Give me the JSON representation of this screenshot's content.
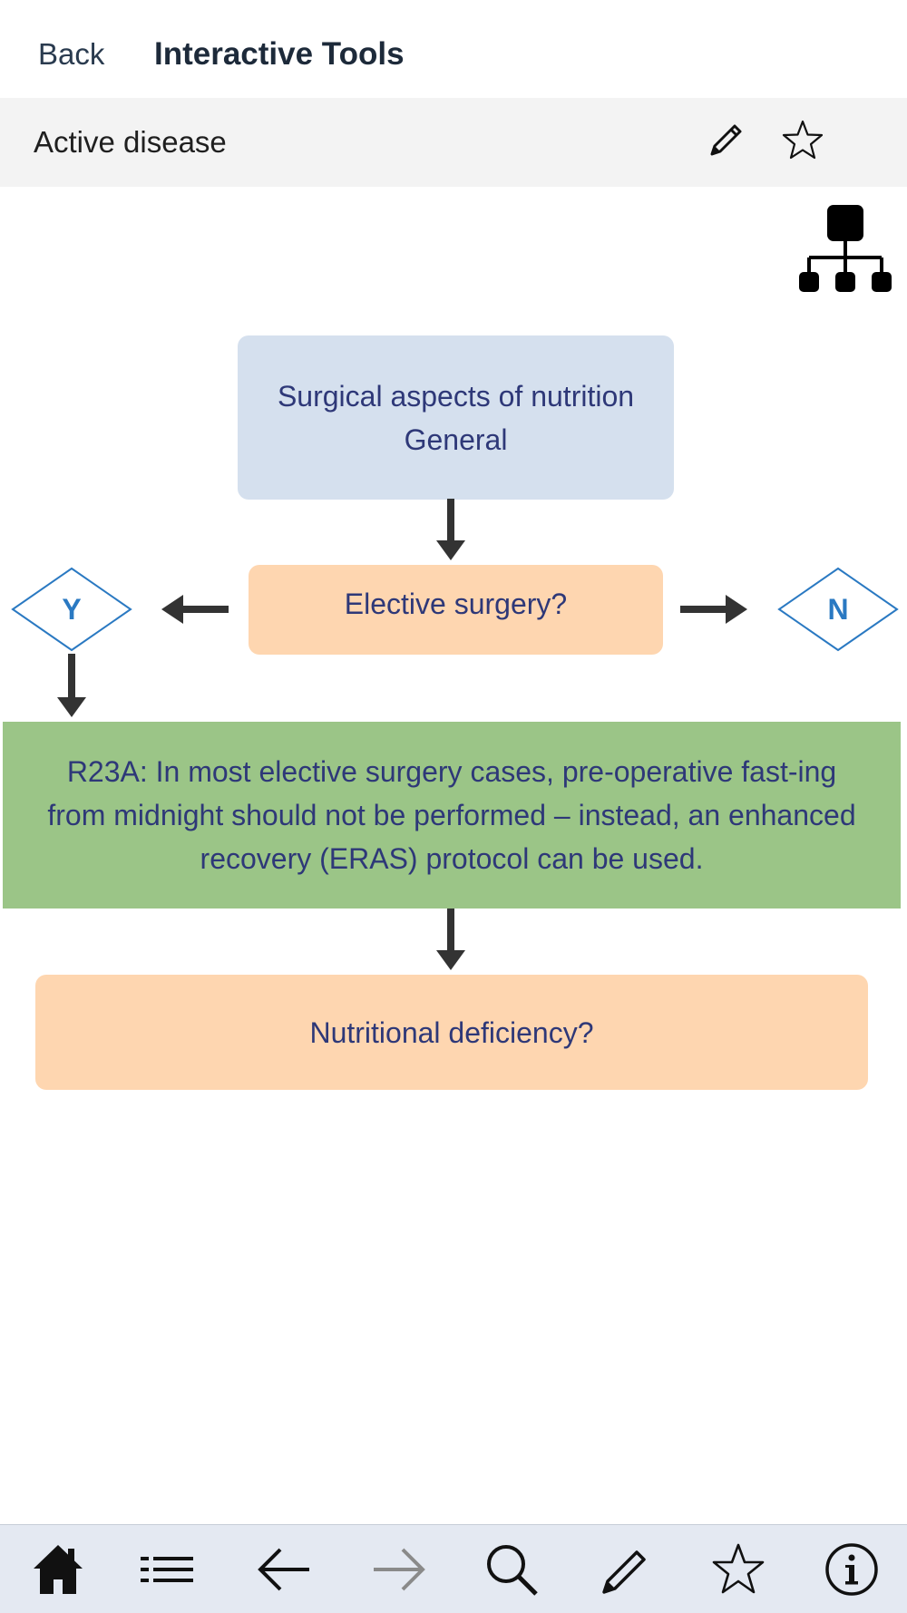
{
  "header": {
    "back_label": "Back",
    "title": "Interactive Tools"
  },
  "subheader": {
    "title": "Active disease",
    "icons": [
      "pencil-icon",
      "star-icon"
    ]
  },
  "flowchart": {
    "start": {
      "line1": "Surgical aspects of nutrition",
      "line2": "General"
    },
    "question1": "Elective surgery?",
    "yes_label": "Y",
    "no_label": "N",
    "recommendation": "R23A: In most elective surgery cases, pre-operative fast-ing from midnight should not be performed – instead, an enhanced recovery (ERAS) protocol can be used.",
    "question2": "Nutritional deficiency?",
    "colors": {
      "start_box": "#d5e0ee",
      "question_box": "#fed6b0",
      "recommendation_box": "#9bc587",
      "text": "#2e3878",
      "diamond": "#2a79c2"
    }
  },
  "toolbar": {
    "items": [
      "home-icon",
      "list-icon",
      "back-arrow-icon",
      "forward-arrow-icon",
      "search-icon",
      "pencil-icon",
      "star-icon",
      "info-icon"
    ]
  }
}
